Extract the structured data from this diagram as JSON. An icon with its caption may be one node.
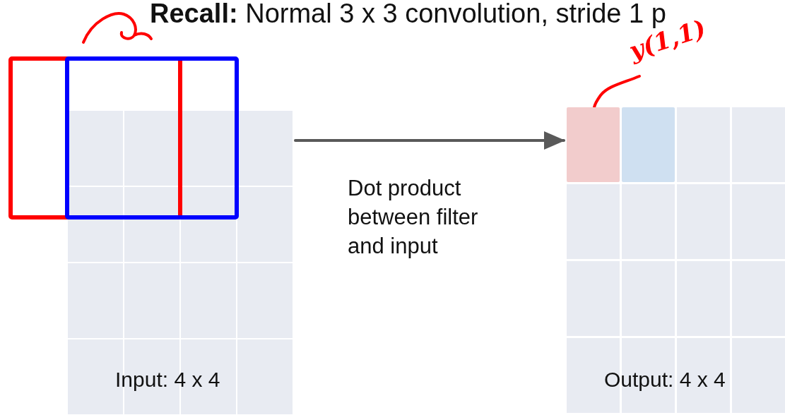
{
  "diagram": {
    "title": "**Recall:** Normal 3 x 3 convolution, stride 1 p",
    "nodes": [
      {
        "text": [
          "Input: 4 x 4"
        ]
      },
      {
        "text": [
          "Output: 4 x 4"
        ]
      },
      {
        "text": [],
        "shape": "box"
      },
      {
        "text": [],
        "shape": "box"
      },
      {
        "text": [
          "y(1,1)"
        ]
      },
      {
        "text": [],
        "shape": "box",
        "in": 1
      },
      {
        "text": [],
        "shape": "box",
        "in": 1
      }
    ],
    "edges": [
      {
        "from": 0,
        "to": 1,
        "arrow": "to",
        "label": "Dot product between filter and input"
      },
      {
        "from": 4,
        "to": 5,
        "arrow": "none",
        "color": "#ff0000"
      }
    ]
  }
}
